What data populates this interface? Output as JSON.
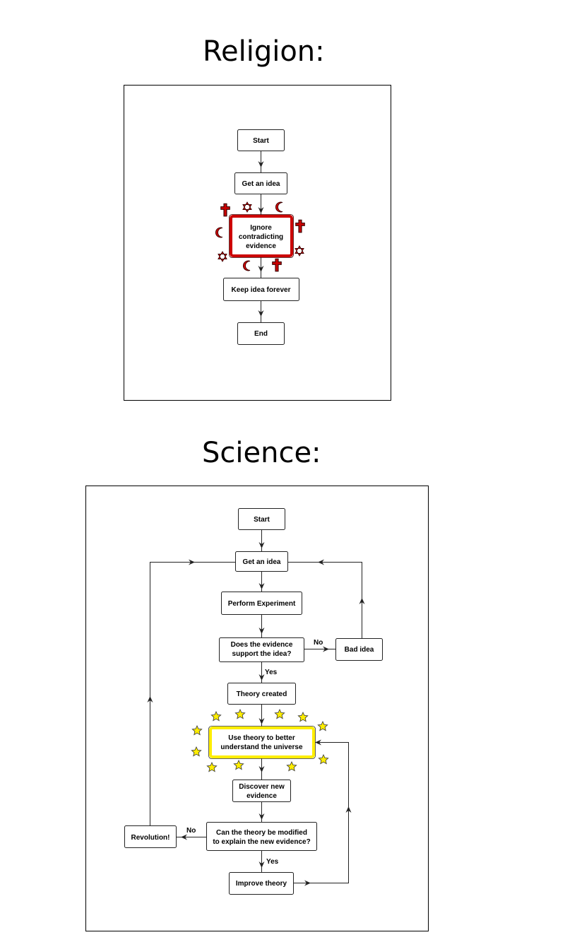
{
  "religion": {
    "title": "Religion:",
    "nodes": {
      "start": "Start",
      "get_idea": "Get an idea",
      "ignore": [
        "Ignore",
        "contradicting",
        "evidence"
      ],
      "keep": "Keep idea forever",
      "end": "End"
    },
    "decoration": {
      "color": "#cc0000",
      "symbols": [
        "cross",
        "star-of-david",
        "crescent"
      ]
    }
  },
  "science": {
    "title": "Science:",
    "nodes": {
      "start": "Start",
      "get_idea": "Get an idea",
      "perform": "Perform Experiment",
      "does_evidence": [
        "Does the evidence",
        "support the idea?"
      ],
      "bad_idea": "Bad idea",
      "theory_created": "Theory created",
      "use_theory": [
        "Use theory to better",
        "understand the universe"
      ],
      "discover": [
        "Discover new",
        "evidence"
      ],
      "can_modify": [
        "Can the theory be modified",
        "to explain the new evidence?"
      ],
      "revolution": "Revolution!",
      "improve": "Improve theory"
    },
    "labels": {
      "no_bad": "No",
      "yes_theory": "Yes",
      "no_revolution": "No",
      "yes_improve": "Yes"
    },
    "decoration": {
      "color": "#ffee00",
      "symbols": [
        "star"
      ]
    }
  }
}
